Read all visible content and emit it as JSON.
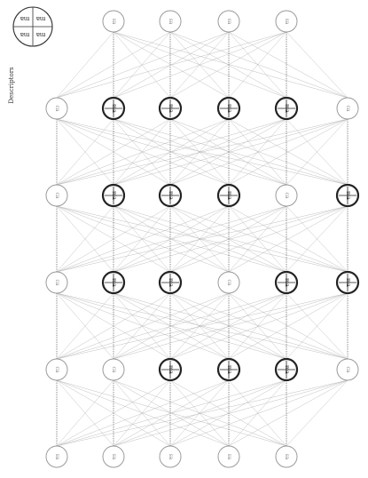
{
  "diagram": {
    "side_label": "Descriptors",
    "legend": {
      "quadrants": [
        "ɐɯ",
        "ɐɯ",
        "ɐɯ",
        "ɐɯ"
      ]
    },
    "colors": {
      "edge": "#b9b9b9",
      "vertical_edge": "#3a3a3a",
      "node_stroke_light": "#9a9a9a",
      "node_stroke_dark": "#222222",
      "node_fill_dark": "#ffffff",
      "text_light": "#8a8a8a",
      "text_dark": "#111111"
    },
    "rows": [
      {
        "id": "row-1",
        "nodes": [
          {
            "label": "ɐs",
            "style": "light"
          },
          {
            "label": "ɐs",
            "style": "light"
          },
          {
            "label": "ɐs",
            "style": "light"
          },
          {
            "label": "ɐs",
            "style": "light"
          }
        ]
      },
      {
        "id": "row-2",
        "nodes": [
          {
            "label": "ɐɔ",
            "style": "light"
          },
          {
            "label": "ɐɯ",
            "style": "dark"
          },
          {
            "label": "ɐɯ",
            "style": "dark"
          },
          {
            "label": "ɐɯ",
            "style": "dark"
          },
          {
            "label": "ɐɯ",
            "style": "dark"
          },
          {
            "label": "ɐɔ",
            "style": "light"
          }
        ]
      },
      {
        "id": "row-3",
        "nodes": [
          {
            "label": "ɐɔ",
            "style": "light"
          },
          {
            "label": "ɐɯ",
            "style": "dark"
          },
          {
            "label": "ɐɯ",
            "style": "dark"
          },
          {
            "label": "ɐɯ",
            "style": "dark"
          },
          {
            "label": "ɐɔ",
            "style": "light"
          },
          {
            "label": "ɐɯ",
            "style": "dark"
          }
        ]
      },
      {
        "id": "row-4",
        "nodes": [
          {
            "label": "ɐɔ",
            "style": "light"
          },
          {
            "label": "ɐɯ",
            "style": "dark"
          },
          {
            "label": "ɐɯ",
            "style": "dark"
          },
          {
            "label": "ɐɔ",
            "style": "light"
          },
          {
            "label": "ɐɯ",
            "style": "dark"
          },
          {
            "label": "ɐɯ",
            "style": "dark"
          }
        ]
      },
      {
        "id": "row-5",
        "nodes": [
          {
            "label": "ɐɔ",
            "style": "light"
          },
          {
            "label": "ɐɔ",
            "style": "light"
          },
          {
            "label": "ɐɯ",
            "style": "dark"
          },
          {
            "label": "ɐɯ",
            "style": "dark"
          },
          {
            "label": "ɐɯ",
            "style": "dark"
          },
          {
            "label": "ɐɔ",
            "style": "light"
          }
        ]
      },
      {
        "id": "row-6",
        "nodes": [
          {
            "label": "ɐs",
            "style": "light"
          },
          {
            "label": "ɐs",
            "style": "light"
          },
          {
            "label": "ɐs",
            "style": "light"
          },
          {
            "label": "ɐs",
            "style": "light"
          },
          {
            "label": "ɐs",
            "style": "light"
          }
        ]
      }
    ]
  }
}
